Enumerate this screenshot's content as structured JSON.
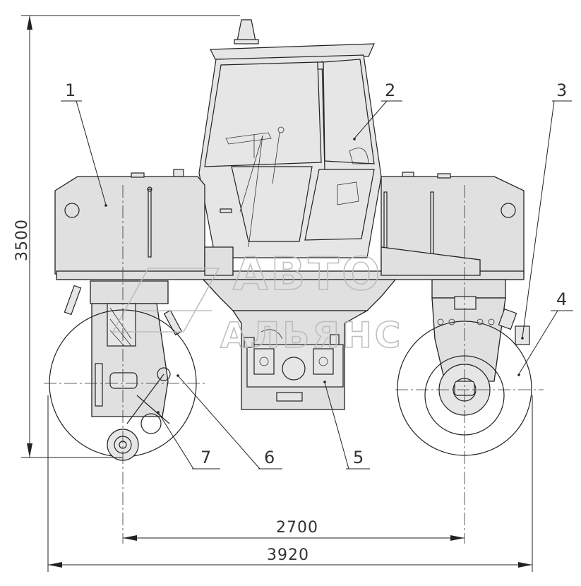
{
  "dimensions": {
    "height": "3500",
    "wheelbase": "2700",
    "overall_length": "3920"
  },
  "callouts": [
    "1",
    "2",
    "3",
    "4",
    "5",
    "6",
    "7"
  ],
  "watermark": {
    "line1": "АВТО",
    "line2": "АЛЬЯНС"
  },
  "colors": {
    "line": "#222222",
    "body_fill": "#e0e0e0",
    "watermark": "#b9b9b9"
  }
}
